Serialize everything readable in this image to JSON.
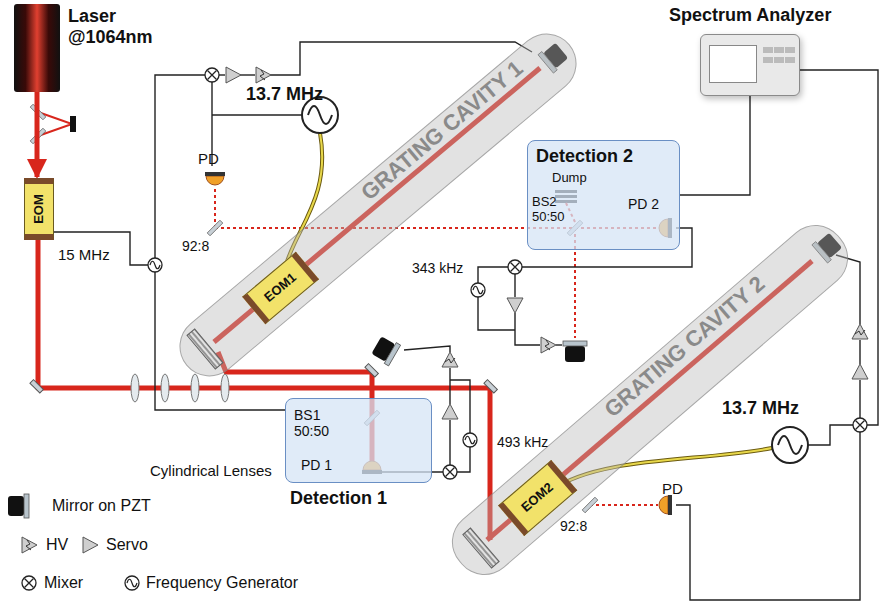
{
  "diagram": {
    "nodes": [
      {
        "text": [
          "Laser @1064nm"
        ]
      },
      {
        "text": [
          "Spectrum Analyzer"
        ]
      },
      {
        "text": [
          "GRATING CAVITY 1"
        ]
      },
      {
        "text": [
          "EOM1"
        ],
        "in": 2
      },
      {
        "text": [
          "Detection 2",
          "Dump",
          "BS2 50:50",
          "PD 2"
        ]
      },
      {
        "text": [
          "EOM"
        ]
      },
      {
        "text": [
          "Detection 1",
          "BS1 50:50",
          "PD 1"
        ]
      },
      {
        "text": [
          "GRATING CAVITY 2"
        ]
      },
      {
        "text": [
          "EOM2"
        ],
        "in": 7
      }
    ],
    "edges": [
      {
        "from": 0,
        "to": 5,
        "arrow": "to"
      },
      {
        "from": 4,
        "to": 1,
        "arrow": "none"
      }
    ],
    "labels": [
      "13.7 MHz",
      "PD",
      "92:8",
      "15 MHz",
      "343 kHz",
      "493 kHz",
      "Cylindrical Lenses",
      "13.7 MHz",
      "PD",
      "92:8"
    ],
    "legend": [
      {
        "text": "Mirror on PZT"
      },
      {
        "text": "HV"
      },
      {
        "text": "Servo"
      },
      {
        "text": "Mixer"
      },
      {
        "text": "Frequency Generator"
      }
    ]
  }
}
